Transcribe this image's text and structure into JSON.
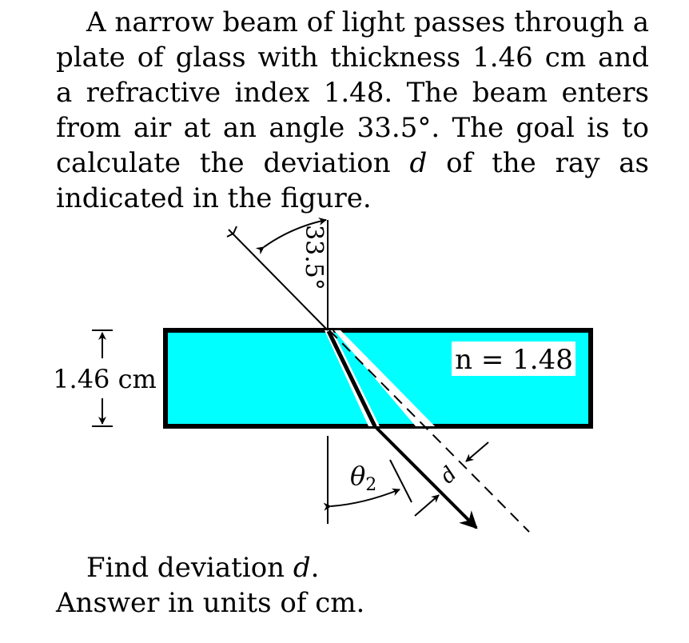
{
  "problem": {
    "part1": "A narrow beam of light passes through a plate of glass with thickness ",
    "thickness_text": "1.46 cm",
    "part2": " and a refractive index ",
    "index_text": "1.48",
    "part3": ". The beam enters from air at an angle ",
    "angle_text": "33.5",
    "degree_symbol": "°",
    "part4": ". The goal is to calculate the deviation ",
    "deviation_symbol": "d",
    "part5": " of the ray as indicated in the figure."
  },
  "figure": {
    "angle_label": "33.5°",
    "thickness_label": "1.46 cm",
    "index_label": "n = 1.48",
    "theta_label": "θ",
    "theta_subscript": "2",
    "d_label": "d",
    "glass_color": "#00ffff"
  },
  "question": {
    "find_prefix": "Find deviation ",
    "find_symbol": "d",
    "find_suffix": ".",
    "units": "Answer in units of  cm."
  }
}
